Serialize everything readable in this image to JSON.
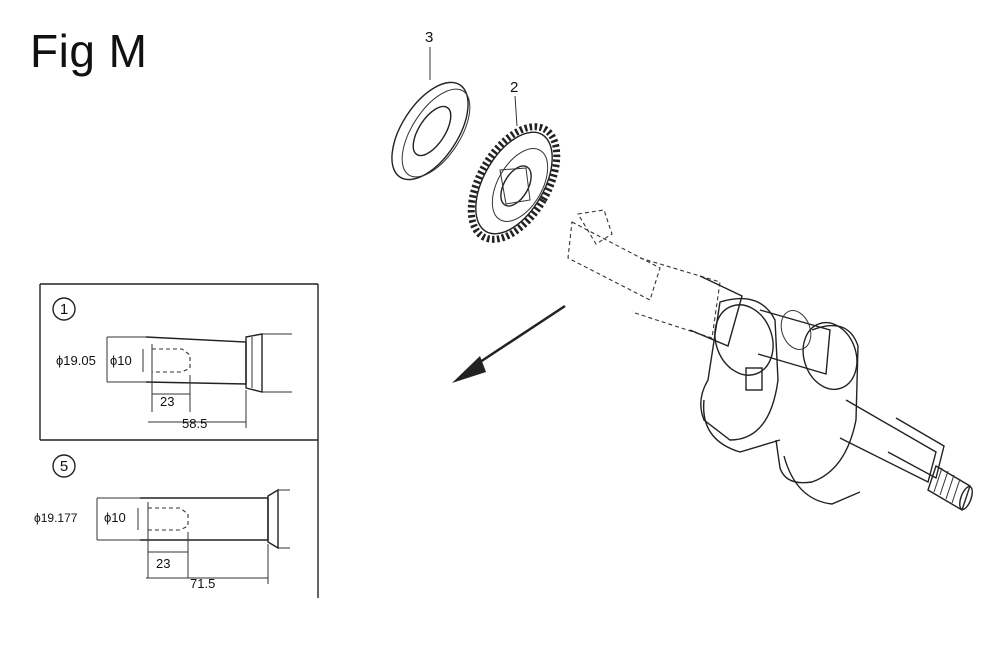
{
  "title": "Fig M",
  "callouts": {
    "washer": "3",
    "gear": "2"
  },
  "detail_1": {
    "marker": "1",
    "outer_diameter": "ϕ19.05",
    "inner_diameter": "ϕ10",
    "depth": "23",
    "length": "58.5"
  },
  "detail_5": {
    "marker": "5",
    "outer_diameter": "ϕ19.177",
    "inner_diameter": "ϕ10",
    "depth": "23",
    "length": "71.5"
  }
}
